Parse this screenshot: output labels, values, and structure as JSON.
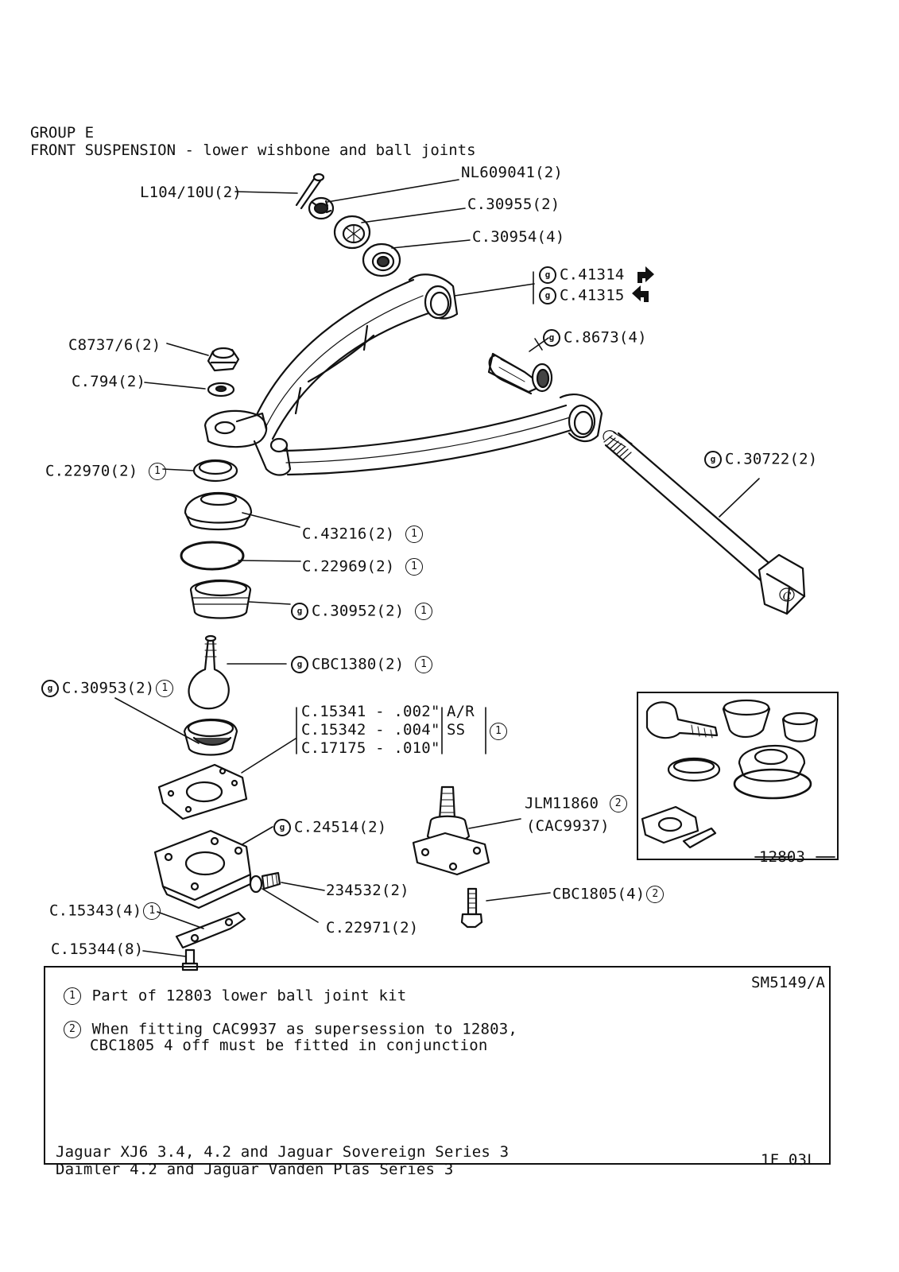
{
  "header": {
    "group": "GROUP E",
    "title": "FRONT SUSPENSION - lower wishbone and ball joints"
  },
  "labels": {
    "split_pin": "L104/10U(2)",
    "castle_nut": "NL609041(2)",
    "washer_a": "C.30955(2)",
    "washer_b": "C.30954(4)",
    "wishbone_rh": "C.41314",
    "wishbone_lh": "C.41315",
    "bush": "C.8673(4)",
    "nyloc_nut": "C8737/6(2)",
    "plain_washer": "C.794(2)",
    "spacer_ring": "C.22970(2)",
    "pivot_bolt": "C.30722(2)",
    "gaiter": "C.43216(2)",
    "o_ring": "C.22969(2)",
    "socket_cup": "C.30952(2)",
    "ball_pin": "CBC1380(2)",
    "ball_seat": "C.30953(2)",
    "shim_1": "C.15341 - .002\"",
    "shim_2": "C.15342 - .004\"",
    "shim_3": "C.17175 - .010\"",
    "shim_note_1": "A/R",
    "shim_note_2": "SS",
    "ball_joint_assy": "JLM11860",
    "ball_joint_alt": "(CAC9937)",
    "kit": "12803",
    "cover_plate": "C.24514(2)",
    "setscrew_a": "234532(2)",
    "washer_c": "C.22971(2)",
    "lock_tab": "C.15343(4)",
    "bolt_small": "C.15344(8)",
    "setscrew_b": "CBC1805(4)",
    "drawing_ref": "SM5149/A",
    "bolt_head_letter": "C"
  },
  "markers": {
    "note1": "1",
    "note2": "2"
  },
  "notes": {
    "note1": "Part of 12803 lower ball joint kit",
    "note2_line1": "When fitting CAC9937 as supersession to 12803,",
    "note2_line2": "CBC1805 4 off must be fitted in conjunction"
  },
  "footer": {
    "models_line1": "Jaguar XJ6 3.4, 4.2 and Jaguar Sovereign Series 3",
    "models_line2": "Daimler 4.2 and Jaguar Vanden Plas Series 3",
    "page_ref": "1F 03L"
  },
  "colors": {
    "ink": "#111111",
    "paper": "#ffffff"
  },
  "icons": [
    "arrow-right-icon",
    "arrow-left-icon",
    "g-marker-icon"
  ]
}
